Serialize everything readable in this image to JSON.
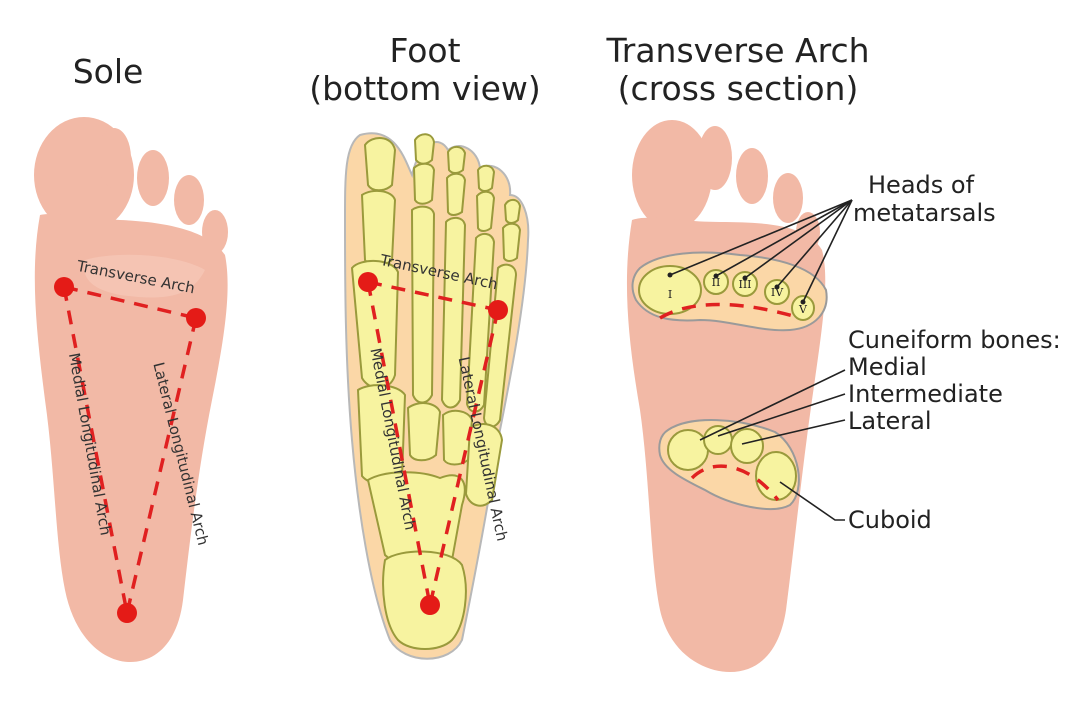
{
  "panels": {
    "sole": {
      "title": "Sole",
      "transverse": "Transverse Arch",
      "medial": "Medial Longitudinal Arch",
      "lateral": "Lateral Longitudinal Arch"
    },
    "foot": {
      "title_line1": "Foot",
      "title_line2": "(bottom view)",
      "transverse": "Transverse Arch",
      "medial": "Medial Longitudinal Arch",
      "lateral": "Lateral Longitudinal Arch"
    },
    "cross": {
      "title_line1": "Transverse Arch",
      "title_line2": "(cross section)",
      "heads_line1": "Heads of",
      "heads_line2": "metatarsals",
      "cuneiform": "Cuneiform bones:",
      "medial": "Medial",
      "intermediate": "Intermediate",
      "lateral": "Lateral",
      "cuboid": "Cuboid",
      "metatarsal_numerals": [
        "I",
        "II",
        "III",
        "IV",
        "V"
      ]
    }
  },
  "colors": {
    "skin": "#f2b9a6",
    "bone": "#f7f3a0",
    "arch_line": "#e02020",
    "point": "#e41b17"
  }
}
